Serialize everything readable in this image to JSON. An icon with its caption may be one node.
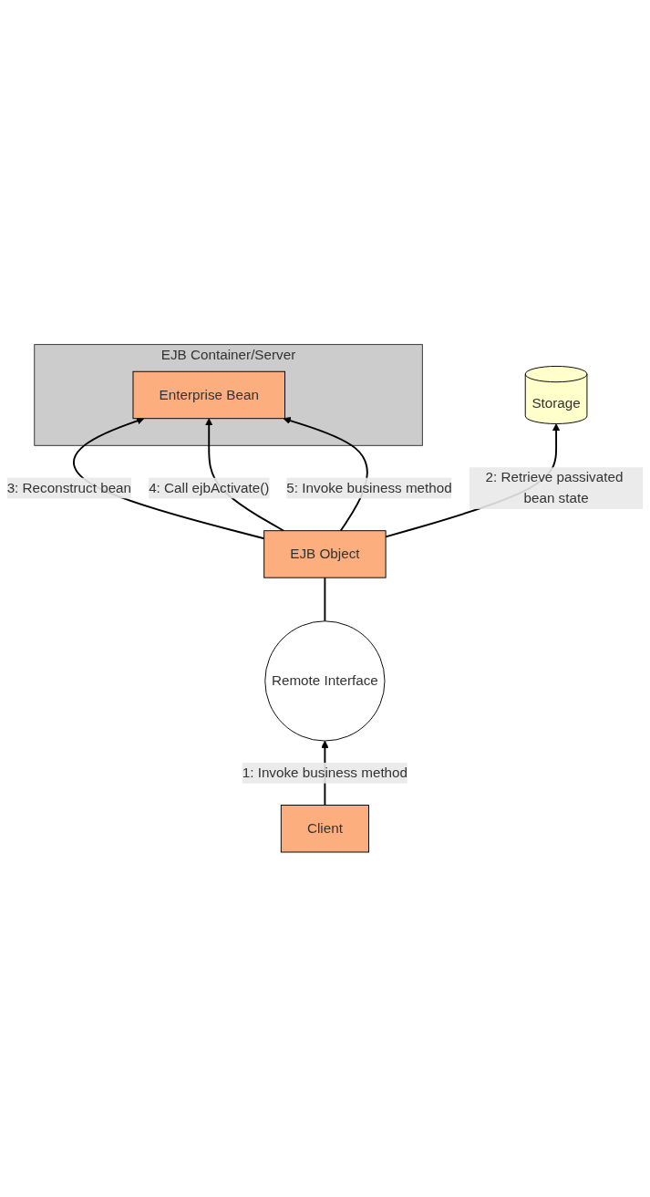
{
  "diagram": {
    "nodes": [
      {
        "text": [
          "EJB Container/Server"
        ]
      },
      {
        "text": [
          "Enterprise Bean"
        ],
        "in": 0
      },
      {
        "text": [
          "EJB Object"
        ]
      },
      {
        "text": [
          "Client"
        ]
      },
      {
        "text": [
          "Storage"
        ]
      },
      {
        "text": [
          "Remote Interface"
        ]
      }
    ],
    "edges": [
      {
        "from": 3,
        "to": 5,
        "arrow": "to",
        "label": "1: Invoke business method"
      },
      {
        "from": 5,
        "to": 2,
        "arrow": "none"
      },
      {
        "from": 2,
        "to": 4,
        "arrow": "to",
        "label": "2: Retrieve passivated bean state"
      },
      {
        "from": 2,
        "to": 1,
        "arrow": "to",
        "label": "3: Reconstruct bean"
      },
      {
        "from": 2,
        "to": 1,
        "arrow": "to",
        "label": "4: Call ejbActivate()"
      },
      {
        "from": 2,
        "to": 1,
        "arrow": "to",
        "label": "5: Invoke business method"
      }
    ]
  }
}
